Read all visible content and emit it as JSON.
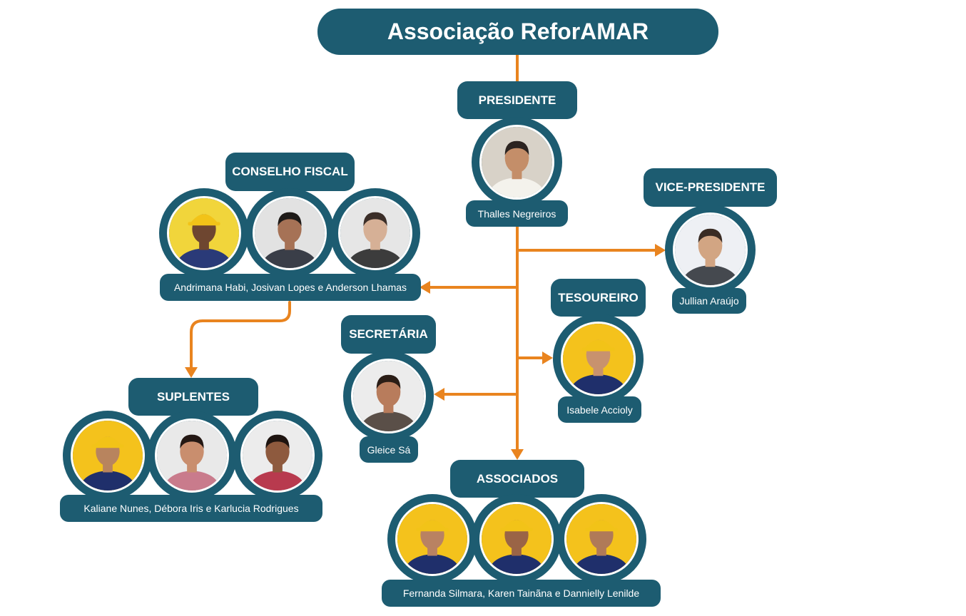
{
  "header": {
    "title": "Associação ReforAMAR"
  },
  "colors": {
    "primary": "#1d5c71",
    "connector": "#e9841f",
    "helmet": "#f2c318"
  },
  "roles": {
    "presidente": {
      "label": "PRESIDENTE",
      "names": "Thalles Negreiros"
    },
    "vice": {
      "label": "VICE-PRESIDENTE",
      "names": "Jullian Araújo"
    },
    "conselho": {
      "label": "CONSELHO FISCAL",
      "names": "Andrimana Habi, Josivan Lopes e Anderson Lhamas"
    },
    "tesoureiro": {
      "label": "TESOUREIRO",
      "names": "Isabele Accioly"
    },
    "secretaria": {
      "label": "SECRETÁRIA",
      "names": "Gleice Sá"
    },
    "suplentes": {
      "label": "SUPLENTES",
      "names": "Kaliane Nunes, Débora Iris e Karlucia Rodrigues"
    },
    "associados": {
      "label": "ASSOCIADOS",
      "names": "Fernanda Silmara, Karen Tainãna e Dannielly Lenilde"
    }
  },
  "portraits": [
    {
      "id": "presidente-1",
      "bg": "#d8d2c8",
      "skin": "#c48e69",
      "hair": "#2b2320",
      "shirt": "#f4f2ec"
    },
    {
      "id": "vice-1",
      "bg": "#eef0f4",
      "skin": "#d2a583",
      "hair": "#3a2c24",
      "shirt": "#45494f"
    },
    {
      "id": "conselho-1",
      "bg": "#f1d53b",
      "skin": "#6e4630",
      "hair": "#2a2a44",
      "shirt": "#2a3a78",
      "helmet": true
    },
    {
      "id": "conselho-2",
      "bg": "#e2e2e2",
      "skin": "#a67256",
      "hair": "#1e1a18",
      "shirt": "#3a3e48"
    },
    {
      "id": "conselho-3",
      "bg": "#e6e6e6",
      "skin": "#d6b096",
      "hair": "#3b2e28",
      "shirt": "#3c3c3c"
    },
    {
      "id": "tesoureiro-1",
      "bg": "#f4c21c",
      "skin": "#c8926e",
      "hair": "#3a2418",
      "shirt": "#1f2f6b",
      "helmet": true
    },
    {
      "id": "secretaria-1",
      "bg": "#ececec",
      "skin": "#b87c5c",
      "hair": "#2a1d16",
      "shirt": "#5a4f48"
    },
    {
      "id": "suplentes-1",
      "bg": "#f4c21c",
      "skin": "#b8845e",
      "hair": "#2e2a4a",
      "shirt": "#1f2f6b",
      "helmet": true
    },
    {
      "id": "suplentes-2",
      "bg": "#e9e9e9",
      "skin": "#c98e6e",
      "hair": "#241814",
      "shirt": "#c97b8c"
    },
    {
      "id": "suplentes-3",
      "bg": "#ececec",
      "skin": "#8e5a3e",
      "hair": "#1e1410",
      "shirt": "#b83a4e"
    },
    {
      "id": "associados-1",
      "bg": "#f4c21c",
      "skin": "#b98262",
      "hair": "#2a1a12",
      "shirt": "#1f2f6b",
      "helmet": true
    },
    {
      "id": "associados-2",
      "bg": "#f4c21c",
      "skin": "#9a6446",
      "hair": "#2a2a40",
      "shirt": "#1f2f6b",
      "helmet": true
    },
    {
      "id": "associados-3",
      "bg": "#f4c21c",
      "skin": "#b07a58",
      "hair": "#2a1a12",
      "shirt": "#1f2f6b",
      "helmet": true
    }
  ]
}
